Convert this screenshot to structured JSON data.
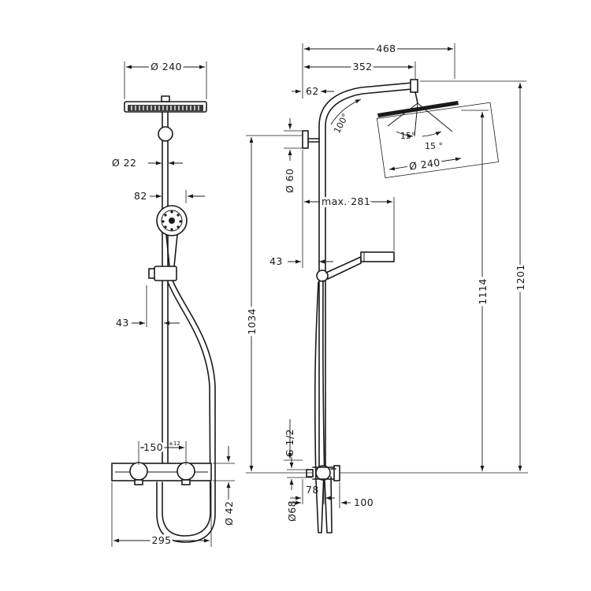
{
  "front_view": {
    "head_diameter": "Ø 240",
    "pipe_diameter": "Ø 22",
    "handshower_width": "82",
    "rail_offset": "43",
    "inlet_spacing": "150",
    "inlet_tolerance": "±12",
    "body_depth": "Ø 42",
    "body_width": "295"
  },
  "side_view": {
    "overall_projection": "468",
    "arm_projection": "352",
    "wall_clearance": "62",
    "swivel_angle": "100°",
    "tilt_angle_left": "15°",
    "tilt_angle_right": "15 °",
    "head_diameter": "Ø 240",
    "bracket_diameter": "Ø 60",
    "handshower_reach": "max. 281",
    "rail_offset": "43",
    "rail_height": "1034",
    "outlet_height": "1114",
    "overall_height": "1201",
    "thread": "G 1/2",
    "inlet_diameter": "Ø68",
    "inlet_depth": "78",
    "body_projection": "100"
  }
}
